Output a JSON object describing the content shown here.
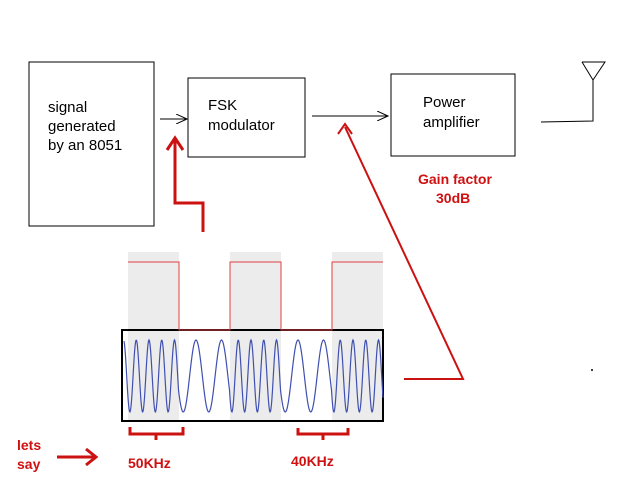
{
  "blocks": {
    "signal": {
      "line1": "signal",
      "line2": "generated",
      "line3": "by an 8051"
    },
    "fsk": {
      "line1": "FSK",
      "line2": "modulator"
    },
    "amp": {
      "line1": "Power",
      "line2": "amplifier"
    }
  },
  "annotations": {
    "gain_line1": "Gain factor",
    "gain_line2": "30dB",
    "lets_line1": "lets",
    "lets_line2": "say",
    "freq_high": "50KHz",
    "freq_low": "40KHz"
  },
  "waveform": {
    "bits": [
      1,
      0,
      1,
      0,
      1
    ],
    "cycles_per_bit_high": 4,
    "cycles_per_bit_low": 2
  },
  "colors": {
    "red": "#cc1111",
    "annotation_red": "#d01010",
    "sine_blue": "#4050b0",
    "shade_gray": "#ececec",
    "square_red": "#e04040"
  }
}
